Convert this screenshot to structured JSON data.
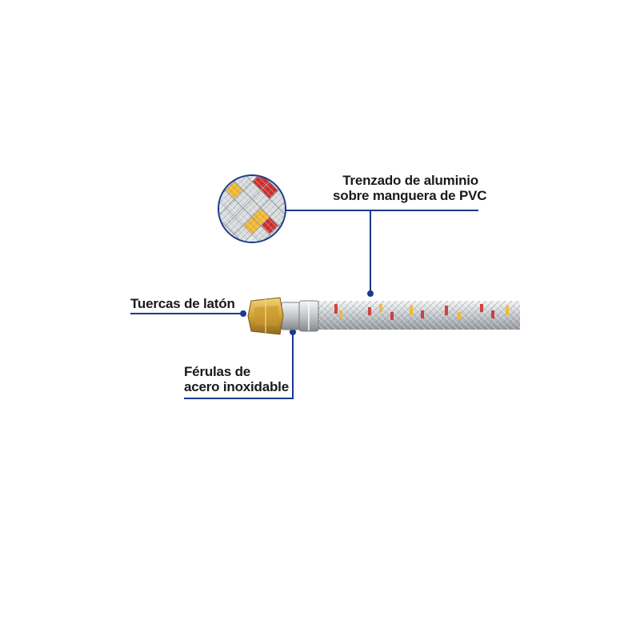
{
  "callouts": {
    "braid": {
      "line1": "Trenzado de aluminio",
      "line2": "sobre manguera de PVC"
    },
    "nuts": {
      "text": "Tuercas de latón"
    },
    "ferrules": {
      "line1": "Férulas de",
      "line2": "acero inoxidable"
    }
  },
  "colors": {
    "callout_line": "#1a3a8c",
    "brass": "#d6a83a",
    "braid_steel": "#c9ccd0",
    "stripe_red": "#cf2a2a",
    "stripe_yellow": "#f2b82a"
  }
}
